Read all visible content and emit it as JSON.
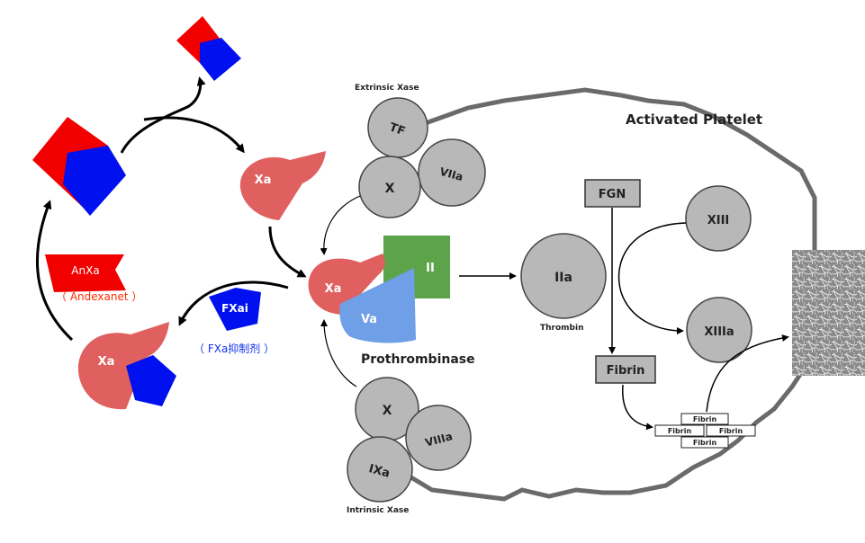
{
  "labels": {
    "activated_platelet": "Activated Platelet",
    "extrinsic_xase": "Extrinsic Xase",
    "intrinsic_xase": "Intrinsic Xase",
    "prothrombinase": "Prothrombinase",
    "thrombin": "Thrombin",
    "andexanet": "（ Andexanet ）",
    "fxa_inhibitor": "（ FXa抑制剂 ）"
  },
  "nodes": {
    "tf": "TF",
    "viia": "VIIa",
    "x_top": "X",
    "x_bottom": "X",
    "viiia": "VIIIa",
    "ixa": "IXa",
    "xa_top": "Xa",
    "xa_center": "Xa",
    "xa_left": "Xa",
    "va": "Va",
    "ii": "II",
    "iia": "IIa",
    "fgn": "FGN",
    "fibrin": "Fibrin",
    "xiii": "XIII",
    "xiiia": "XIIIa",
    "anxa": "AnXa",
    "fxai": "FXai"
  },
  "fibrin_mesh": [
    "Fibrin",
    "Fibrin",
    "Fibrin",
    "Fibrin"
  ],
  "colors": {
    "red": "#f20000",
    "blue": "#0010ee",
    "salmon": "#e06060",
    "gray_node": "#b8b8b8",
    "green": "#5ca34a",
    "light_blue": "#6f9fe6",
    "orange_red_text": "#ff2a00",
    "blue_text": "#1030ee",
    "membrane": "#6a6a6a"
  }
}
